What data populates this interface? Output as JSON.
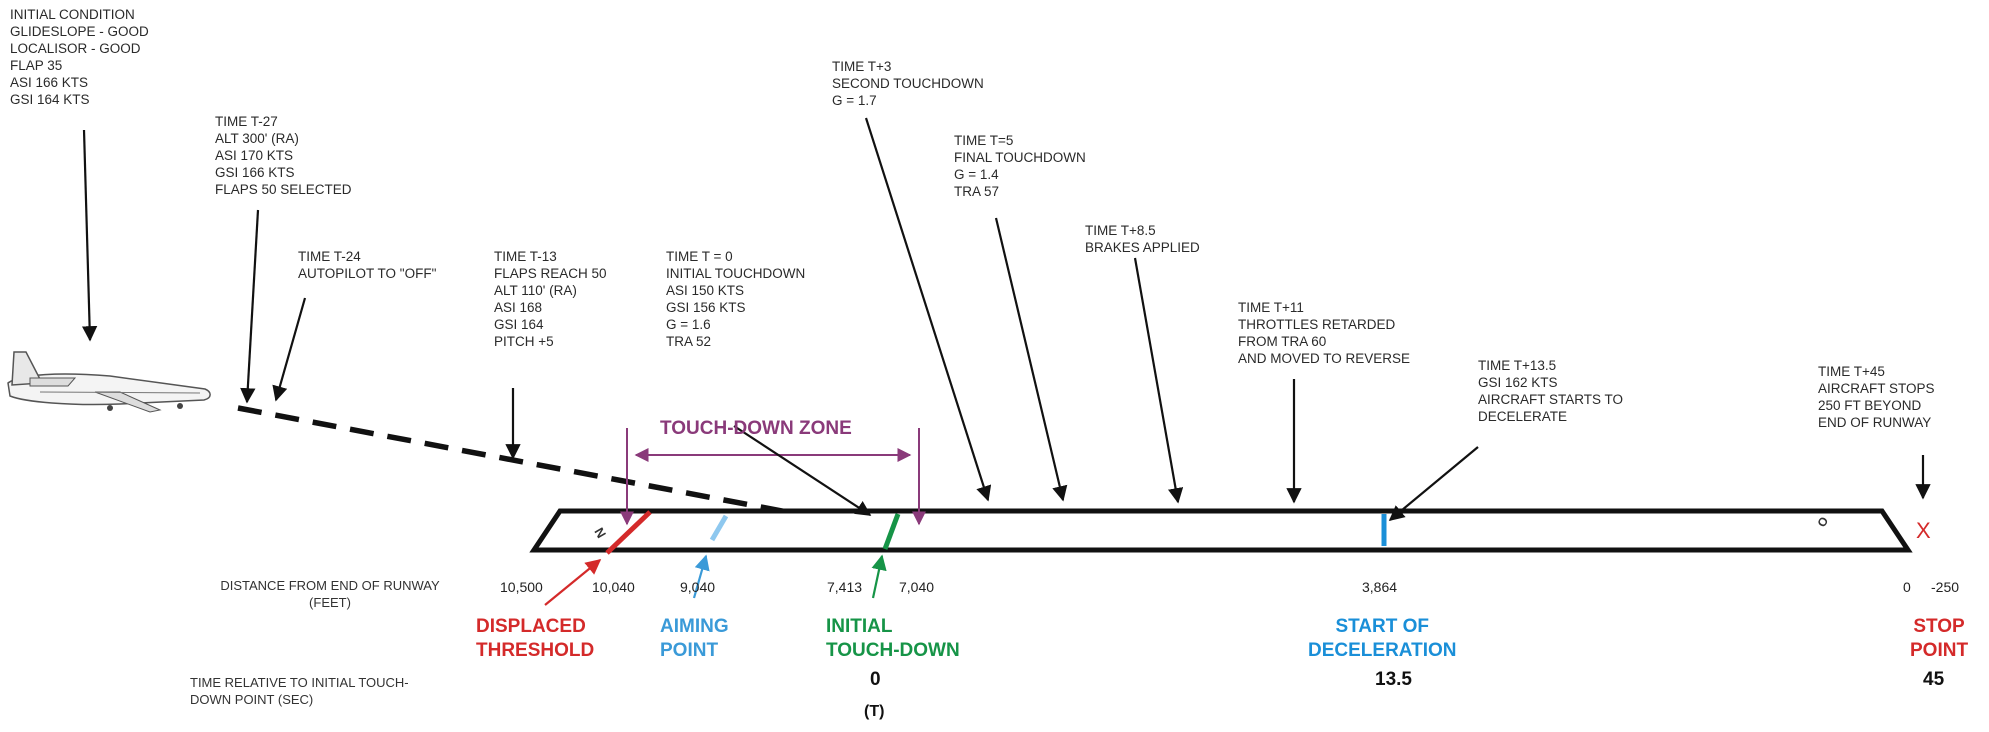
{
  "annotations": {
    "initial": [
      "INITIAL CONDITION",
      "GLIDESLOPE  - GOOD",
      "LOCALISOR - GOOD",
      "FLAP 35",
      "ASI 166 KTS",
      "GSI 164 KTS"
    ],
    "t_minus_27": [
      "TIME  T-27",
      "ALT  300' (RA)",
      "ASI 170 KTS",
      "GSI 166 KTS",
      "FLAPS 50 SELECTED"
    ],
    "t_minus_24": [
      "TIME  T-24",
      "AUTOPILOT TO \"OFF\""
    ],
    "t_minus_13": [
      "TIME   T-13",
      "FLAPS REACH 50",
      "ALT 110' (RA)",
      "ASI 168",
      "GSI 164",
      "PITCH  +5"
    ],
    "t_0": [
      "TIME   T = 0",
      "INITIAL TOUCHDOWN",
      "ASI  150 KTS",
      "GSI  156 KTS",
      "G  = 1.6",
      "TRA 52"
    ],
    "t_plus_3": [
      "TIME  T+3",
      "SECOND TOUCHDOWN",
      "G = 1.7"
    ],
    "t_plus_5": [
      "TIME T=5",
      "FINAL TOUCHDOWN",
      "G  = 1.4",
      "TRA 57"
    ],
    "t_plus_8_5": [
      "TIME T+8.5",
      "BRAKES APPLIED"
    ],
    "t_plus_11": [
      "TIME  T+11",
      "THROTTLES RETARDED",
      "FROM TRA 60",
      "AND MOVED TO REVERSE"
    ],
    "t_plus_13_5": [
      "TIME  T+13.5",
      "GSI 162 KTS",
      "AIRCRAFT STARTS TO",
      "DECELERATE"
    ],
    "t_plus_45": [
      "TIME T+45",
      "AIRCRAFT STOPS",
      "250 FT BEYOND",
      "END OF RUNWAY"
    ]
  },
  "touchdown_zone_label": "TOUCH-DOWN ZONE",
  "runway_end_mark": "X",
  "axis": {
    "distance_label": [
      "DISTANCE FROM END OF RUNWAY",
      "(FEET)"
    ],
    "time_label": [
      "TIME RELATIVE TO INITIAL TOUCH-",
      "DOWN POINT (SEC)"
    ]
  },
  "distances": [
    "10,500",
    "10,040",
    "9,040",
    "7,413",
    "7,040",
    "3,864",
    "0",
    "-250"
  ],
  "markers": {
    "displaced_threshold": [
      "DISPLACED",
      "THRESHOLD"
    ],
    "aiming_point": [
      "AIMING",
      "POINT"
    ],
    "initial_touchdown": [
      "INITIAL",
      "TOUCH-DOWN"
    ],
    "start_of_deceleration": [
      "START OF",
      "DECELERATION"
    ],
    "stop_point": [
      "STOP",
      "POINT"
    ]
  },
  "times": {
    "touchdown": "0",
    "touchdown_note": "(T)",
    "deceleration": "13.5",
    "stop": "45"
  },
  "colors": {
    "threshold": "#d42a2a",
    "aiming": "#3a9ad8",
    "touchdown": "#169447",
    "deceleration": "#1a8fd8",
    "stop": "#d42a2a",
    "tdz": "#8a3a7a",
    "ink": "#111111"
  }
}
